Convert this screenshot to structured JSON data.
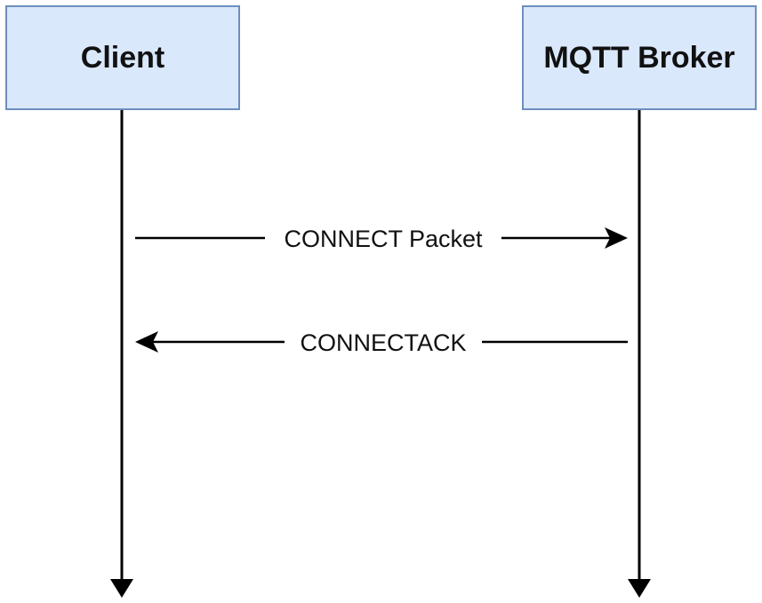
{
  "participants": {
    "client": {
      "label": "Client"
    },
    "broker": {
      "label": "MQTT Broker"
    }
  },
  "messages": [
    {
      "label": "CONNECT Packet",
      "from": "client",
      "to": "broker"
    },
    {
      "label": "CONNECTACK",
      "from": "broker",
      "to": "client"
    }
  ],
  "colors": {
    "box_fill": "#dae8fc",
    "box_border": "#6c8ebf",
    "line": "#000000"
  }
}
